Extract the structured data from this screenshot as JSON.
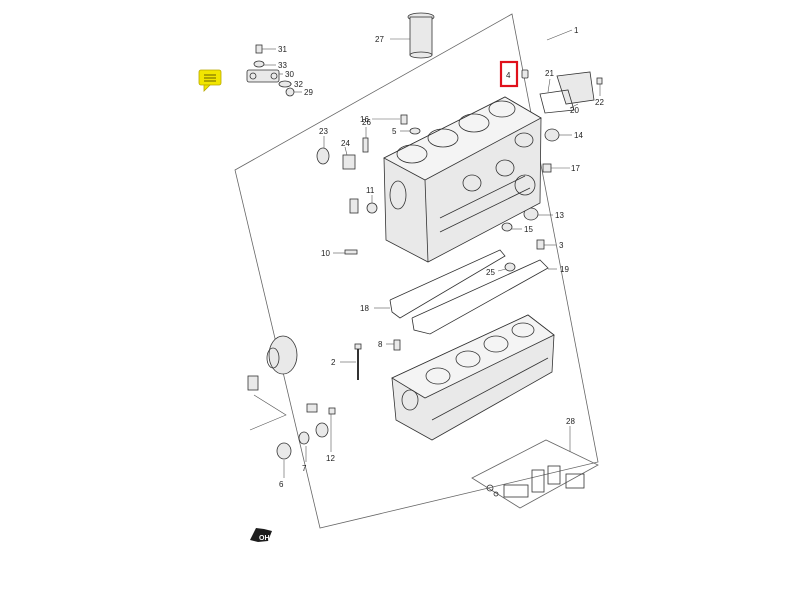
{
  "diagram": {
    "callouts": {
      "c1": "1",
      "c2": "2",
      "c3": "3",
      "c4": "4",
      "c5": "5",
      "c6": "6",
      "c7": "7",
      "c8": "8",
      "c10": "10",
      "c11": "11",
      "c12": "12",
      "c13": "13",
      "c14": "14",
      "c15": "15",
      "c16": "16",
      "c17": "17",
      "c18": "18",
      "c19": "19",
      "c20": "20",
      "c21": "21",
      "c22": "22",
      "c23": "23",
      "c24": "24",
      "c25": "25",
      "c26": "26",
      "c27": "27",
      "c28": "28",
      "c29": "29",
      "c30": "30",
      "c31": "31",
      "c32": "32",
      "c33": "33"
    },
    "highlight": {
      "part": "4",
      "color": "#e0101b"
    },
    "note_icon_color": "#f2e600",
    "direction_badge": "OH"
  }
}
